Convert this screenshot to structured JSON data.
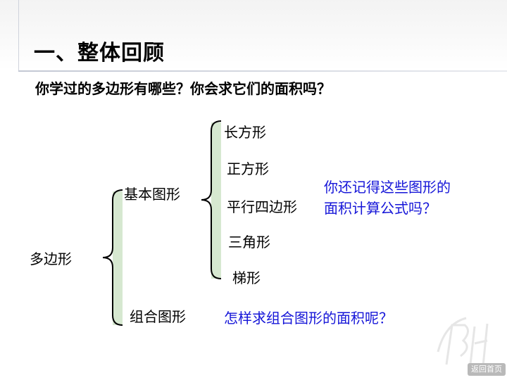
{
  "title": "一、整体回顾",
  "question": "你学过的多边形有哪些？你会求它们的面积吗？",
  "tree": {
    "root": "多边形",
    "basic": {
      "label": "基本图形",
      "items": [
        "长方形",
        "正方形",
        "平行四边形",
        "三角形",
        "梯形"
      ]
    },
    "combo": {
      "label": "组合图形"
    }
  },
  "notes": {
    "formula_line1": "你还记得这些图形的",
    "formula_line2": "面积计算公式吗？",
    "combo_question": "怎样求组合图形的面积呢？"
  },
  "nav": {
    "back_home": "返回首页"
  },
  "colors": {
    "brace_fill": "#d6e8d0",
    "note_blue": "#1515d8"
  }
}
